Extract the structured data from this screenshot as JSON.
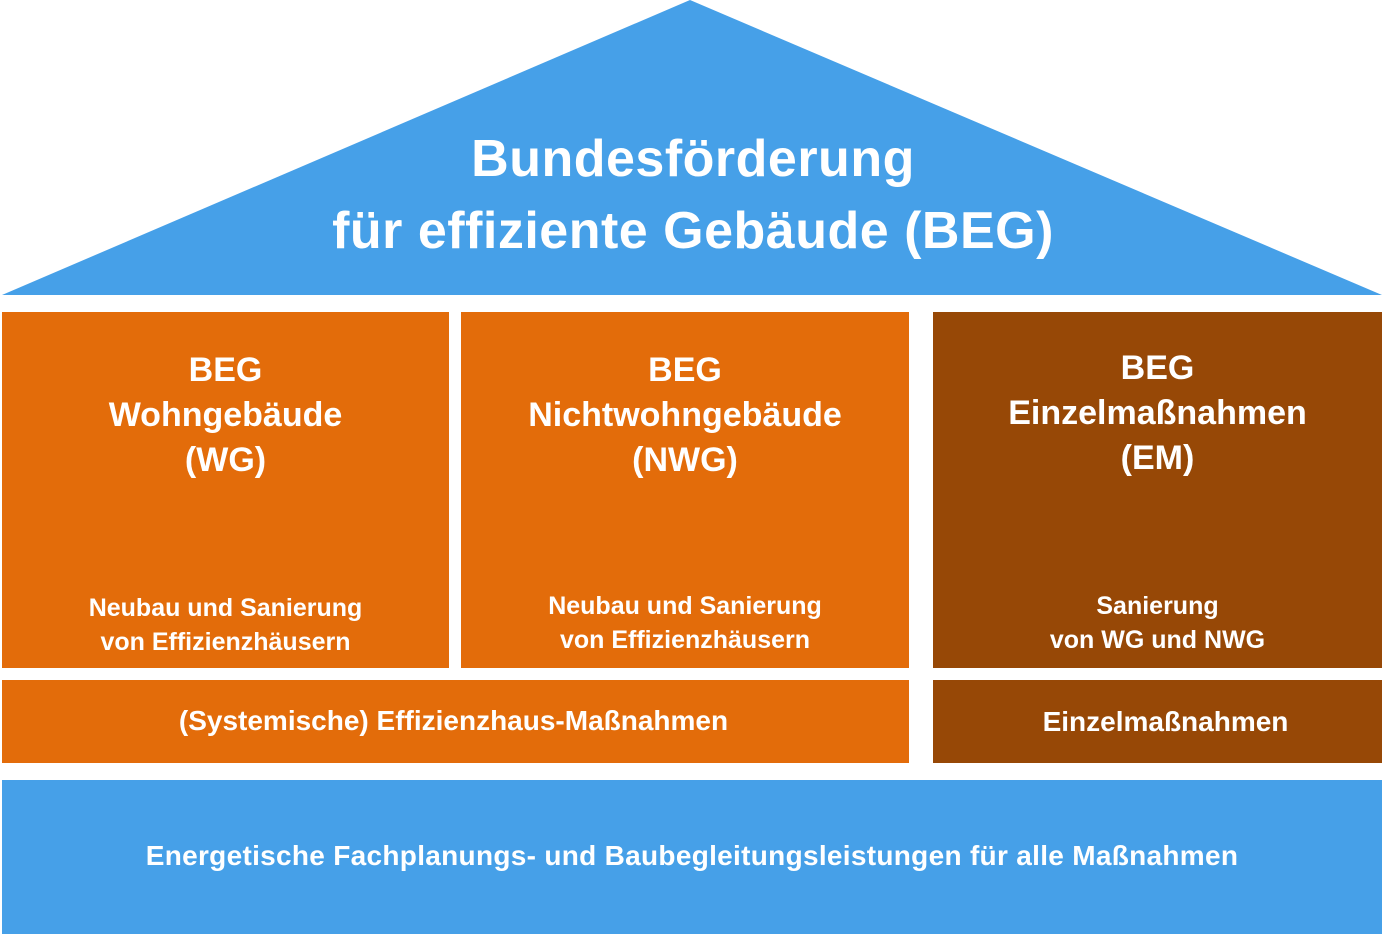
{
  "colors": {
    "roof": "#46a0e8",
    "orange": "#e36c0a",
    "brown": "#974806",
    "foundation": "#46a0e8",
    "text": "#ffffff"
  },
  "roof": {
    "line1": "Bundesförderung",
    "line2": "für effiziente Gebäude (BEG)"
  },
  "pillars": [
    {
      "title": [
        "BEG",
        "Wohngebäude",
        "(WG)"
      ],
      "subtitle": [
        "Neubau und Sanierung",
        "von Effizienzhäusern"
      ]
    },
    {
      "title": [
        "BEG",
        "Nichtwohngebäude",
        "(NWG)"
      ],
      "subtitle": [
        "Neubau und Sanierung",
        "von Effizienzhäusern"
      ]
    },
    {
      "title": [
        "BEG",
        "Einzelmaßnahmen",
        "(EM)"
      ],
      "subtitle": [
        "Sanierung",
        "von WG und NWG"
      ]
    }
  ],
  "bars": {
    "systemic": "(Systemische) Effizienzhaus-Maßnahmen",
    "individual": "Einzelmaßnahmen"
  },
  "foundation": {
    "label": "Energetische Fachplanungs- und Baubegleitungsleistungen für alle Maßnahmen"
  }
}
